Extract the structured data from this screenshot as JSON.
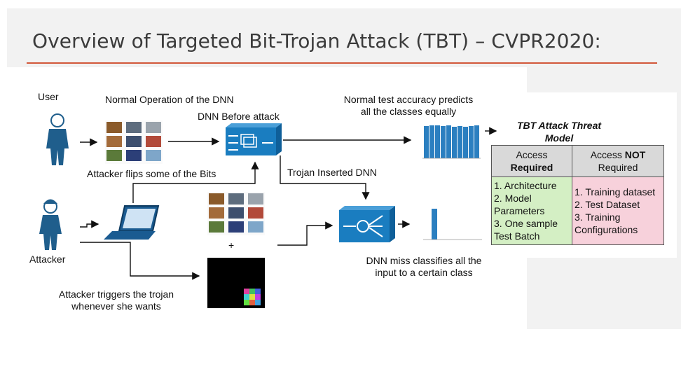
{
  "slide": {
    "title": "Overview of Targeted Bit-Trojan Attack (TBT) – CVPR2020:"
  },
  "diagram": {
    "user_label": "User",
    "attacker_label": "Attacker",
    "normal_operation": "Normal Operation of the DNN",
    "dnn_before": "DNN Before attack",
    "normal_accuracy_line1": "Normal test accuracy predicts",
    "normal_accuracy_line2": "all the classes equally",
    "attacker_flips": "Attacker flips some of the Bits",
    "trojan_inserted": "Trojan Inserted DNN",
    "plus": "+",
    "triggers_line1": "Attacker triggers the trojan",
    "triggers_line2": "whenever she wants",
    "miss_line1": "DNN miss classifies all the",
    "miss_line2": "input to a certain class"
  },
  "threat_model": {
    "title_line1": "TBT Attack Threat",
    "title_line2": "Model",
    "col1_header_a": "Access",
    "col1_header_b": "Required",
    "col2_header_a": "Access ",
    "col2_header_b": "NOT",
    "col2_header_c": "Required",
    "required": [
      "1. Architecture",
      "2. Model",
      "Parameters",
      "3. One sample",
      "Test Batch"
    ],
    "not_required": [
      "1. Training dataset",
      "2. Test Dataset",
      "3. Training",
      "Configurations"
    ]
  },
  "colors": {
    "accent_rule": "#d2583a",
    "dnn_blue": "#1a7dc0",
    "person_blue": "#1f5e8c",
    "bar_blue": "#2b7fc0",
    "required_green": "#d4efc4",
    "not_required_pink": "#f7d1db"
  },
  "icons": [
    "user-person-icon",
    "attacker-person-icon",
    "laptop-icon",
    "dnn-network-icon",
    "trojan-network-icon"
  ]
}
